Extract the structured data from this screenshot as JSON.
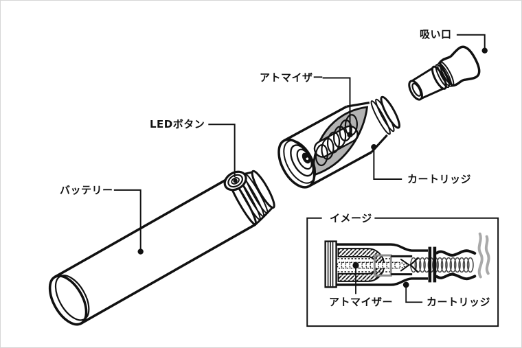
{
  "figure": {
    "type": "exploded-parts-diagram",
    "parts_count": 4
  },
  "labels": {
    "mouthpiece": "吸い口",
    "atomizer": "アトマイザー",
    "led_button": "LEDボタン",
    "battery": "バッテリー",
    "cartridge": "カートリッジ"
  },
  "inset": {
    "title": "イメージ",
    "atomizer": "アトマイザー",
    "cartridge": "カートリッジ"
  },
  "colors": {
    "line": "#111111",
    "background": "#ffffff",
    "frame_border": "#d6d6d6",
    "cutaway_gray": "#b3b3b3",
    "smoke_gray": "#a9a9a9",
    "bracket_gray": "#8d8d8d"
  }
}
